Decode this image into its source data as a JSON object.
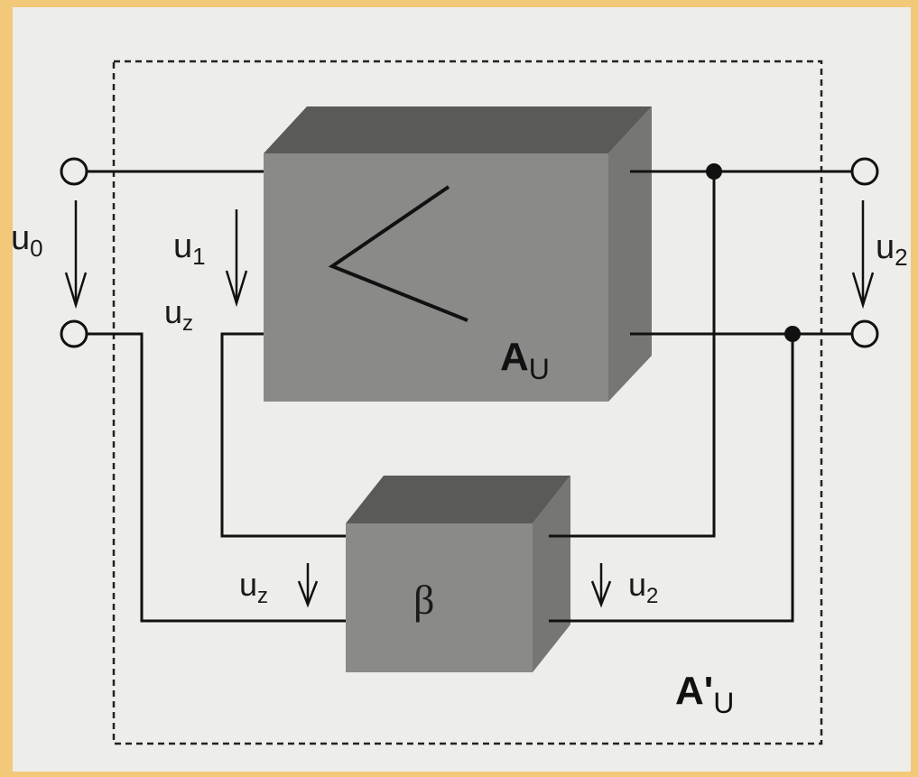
{
  "labels": {
    "u0": "u",
    "u0_sub": "0",
    "u1": "u",
    "u1_sub": "1",
    "uz_top": "u",
    "uz_top_sub": "z",
    "u2_right": "u",
    "u2_right_sub": "2",
    "uz_bottom": "u",
    "uz_bottom_sub": "z",
    "u2_bottom": "u",
    "u2_bottom_sub": "2",
    "amp_label": "A",
    "amp_label_sub": "U",
    "beta_label": "β",
    "overall_label": "A'",
    "overall_label_sub": "U"
  },
  "colors": {
    "background": "#f2c979",
    "paper": "#ededea",
    "box_front": "#8a8a88",
    "box_top": "#5a5a58",
    "box_side": "#767674",
    "wire": "#111111"
  }
}
